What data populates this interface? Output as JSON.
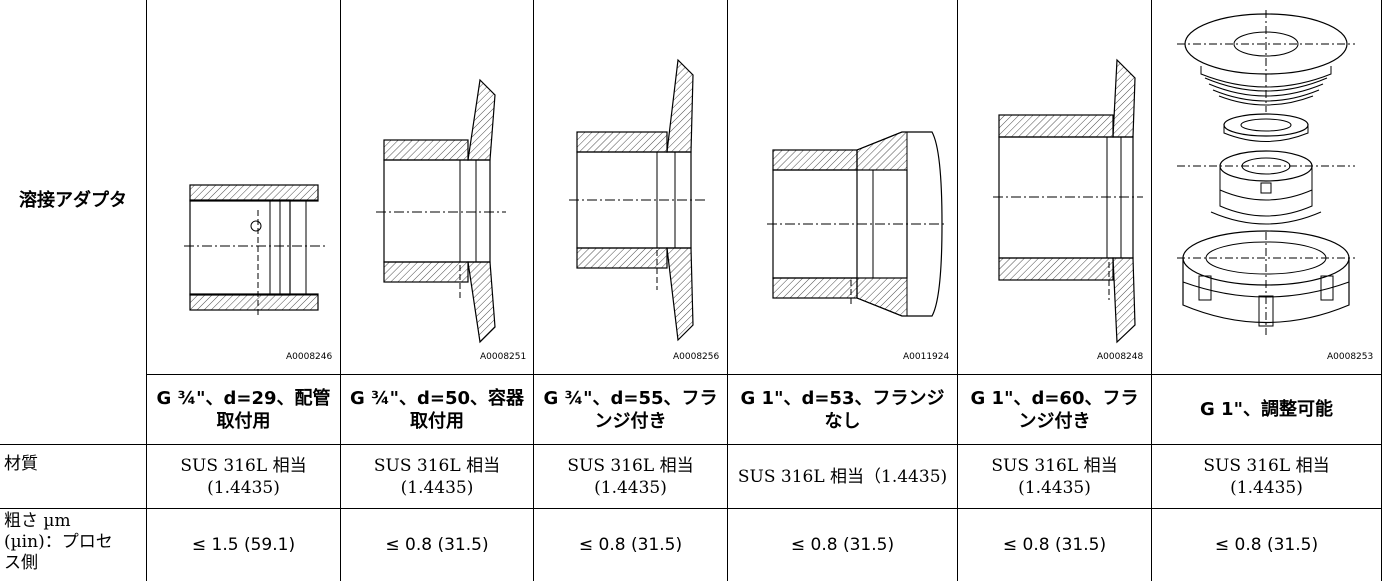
{
  "table": {
    "row_header": "溶接アダプタ",
    "figure_codes": [
      "A0008246",
      "A0008251",
      "A0008256",
      "A0011924",
      "A0008248",
      "A0008253"
    ],
    "variants": [
      "G ¾\"、d=29、配管取付用",
      "G ¾\"、d=50、容器取付用",
      "G ¾\"、d=55、フランジ付き",
      "G 1\"、d=53、フランジなし",
      "G 1\"、d=60、フランジ付き",
      "G 1\"、調整可能"
    ],
    "material_label": "材質",
    "material_values": [
      "SUS 316L 相当 (1.4435)",
      "SUS 316L 相当 (1.4435)",
      "SUS 316L 相当 (1.4435)",
      "SUS 316L 相当（1.4435)",
      "SUS 316L 相当 (1.4435)",
      "SUS 316L 相当 (1.4435)"
    ],
    "roughness_label": "粗さ µm (µin)：プロセス側",
    "roughness_values": [
      "≤ 1.5 (59.1)",
      "≤ 0.8 (31.5)",
      "≤ 0.8 (31.5)",
      "≤ 0.8 (31.5)",
      "≤ 0.8 (31.5)",
      "≤ 0.8 (31.5)"
    ]
  }
}
